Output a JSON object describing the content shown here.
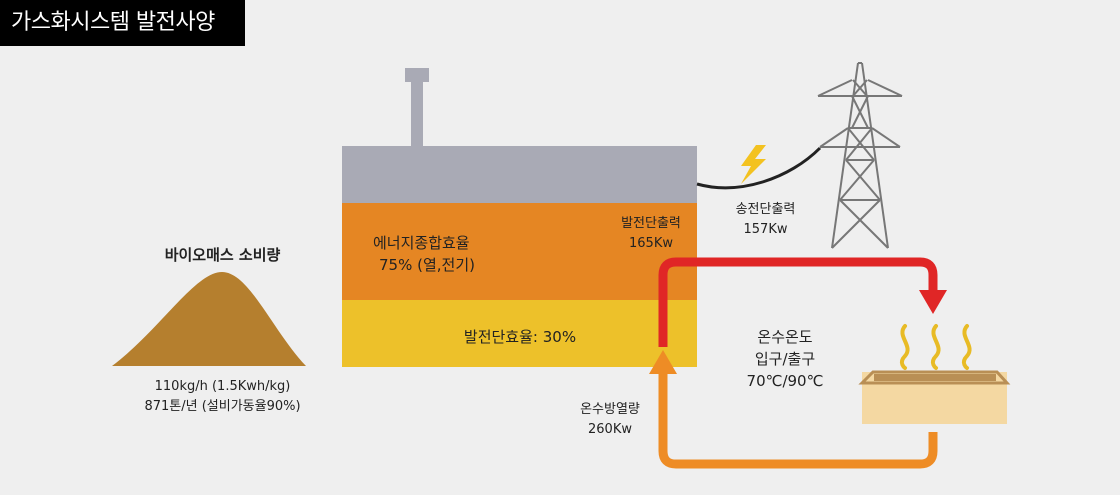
{
  "title": "가스화시스템 발전사양",
  "biomass": {
    "heading": "바이오매스 소비량",
    "line1": "110kg/h (1.5Kwh/kg)",
    "line2": "871톤/년 (설비가동율90%)"
  },
  "plant": {
    "efficiency_title": "에너지종합효율",
    "efficiency_value": "75% (열,전기)",
    "output_title": "발전단출력",
    "output_value": "165Kw",
    "gen_efficiency": "발전단효율: 30%"
  },
  "transmission": {
    "title": "송전단출력",
    "value": "157Kw"
  },
  "hot_water": {
    "title": "온수온도",
    "subtitle": "입구/출구",
    "value": "70℃/90℃"
  },
  "heat": {
    "title": "온수방열량",
    "value": "260Kw"
  },
  "colors": {
    "background": "#efefef",
    "biomass": "#b57f2e",
    "stack": "#a9aab5",
    "plant_orange": "#e58623",
    "plant_yellow": "#edc12a",
    "red_pipe": "#e02626",
    "orange_pipe": "#ee8c25",
    "bolt": "#f3c220",
    "tank": "#f4d8a2",
    "tank_rim": "#b98f55",
    "steam": "#e8bb25",
    "tower": "#777777"
  },
  "icons": [
    "lightning-icon",
    "power-tower-icon",
    "steam-icon",
    "hot-water-tank-icon",
    "biomass-pile-icon"
  ]
}
